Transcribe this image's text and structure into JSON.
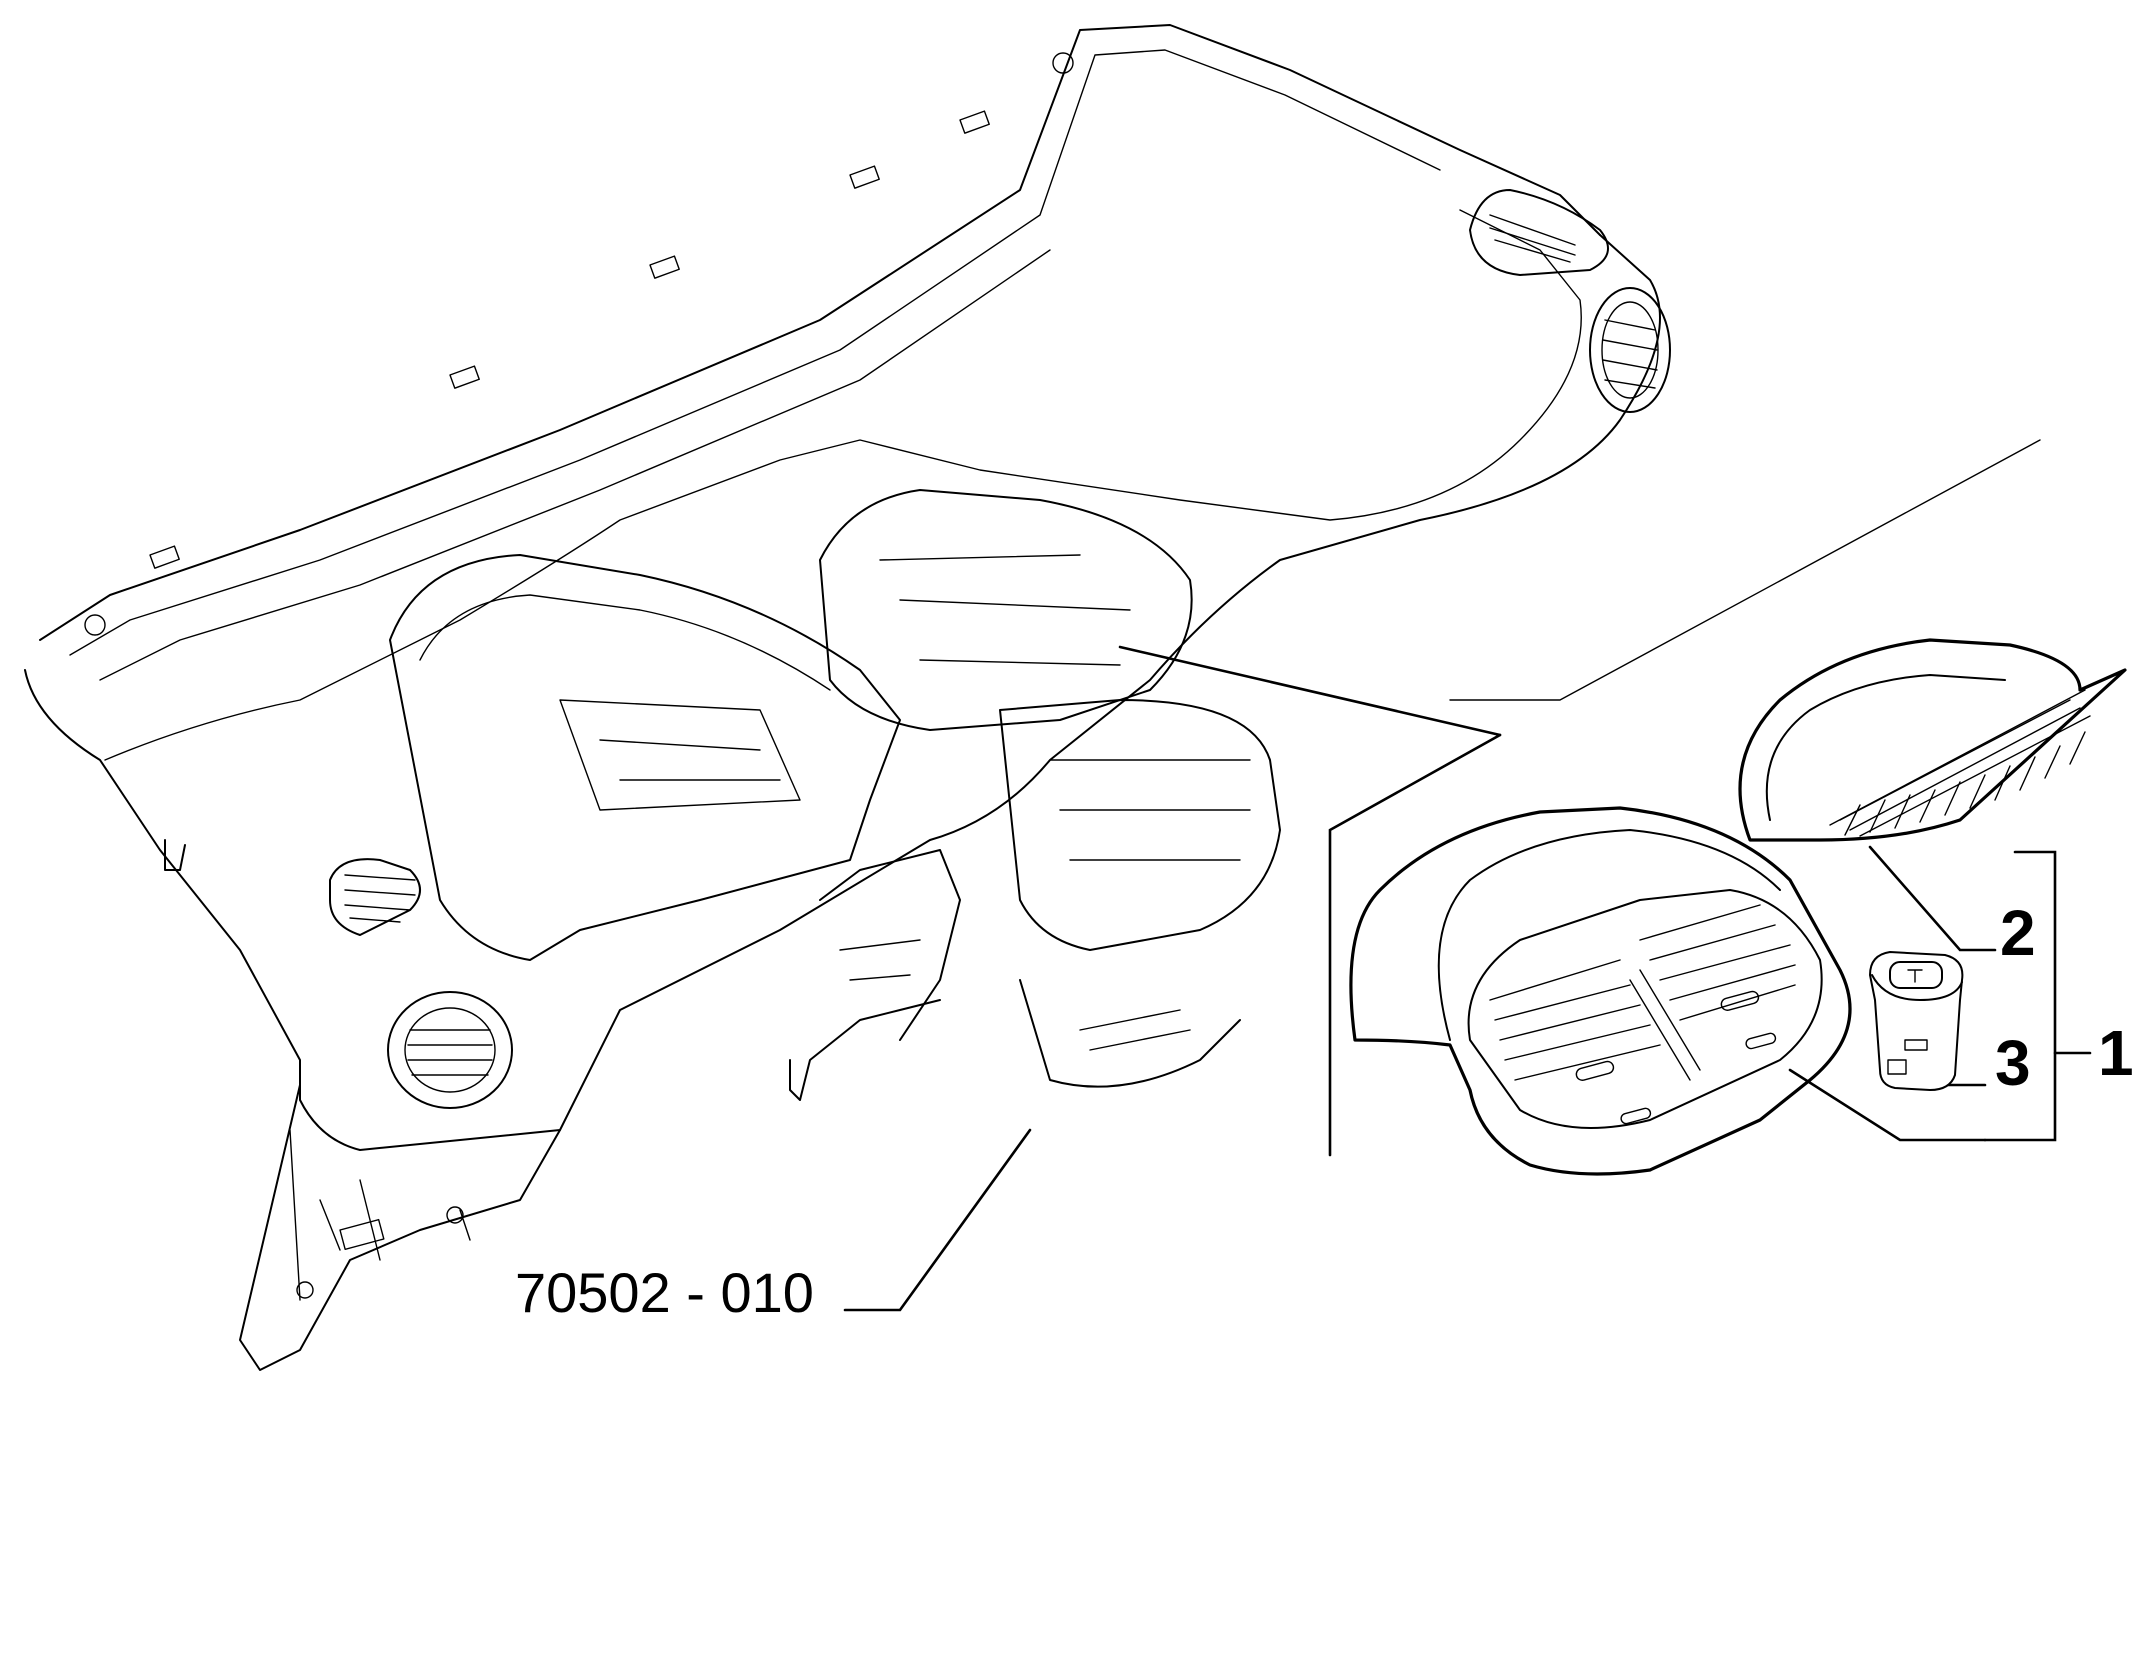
{
  "callouts": {
    "part_1": "1",
    "part_2": "2",
    "part_3": "3",
    "assembly_code": "70502 - 010"
  }
}
